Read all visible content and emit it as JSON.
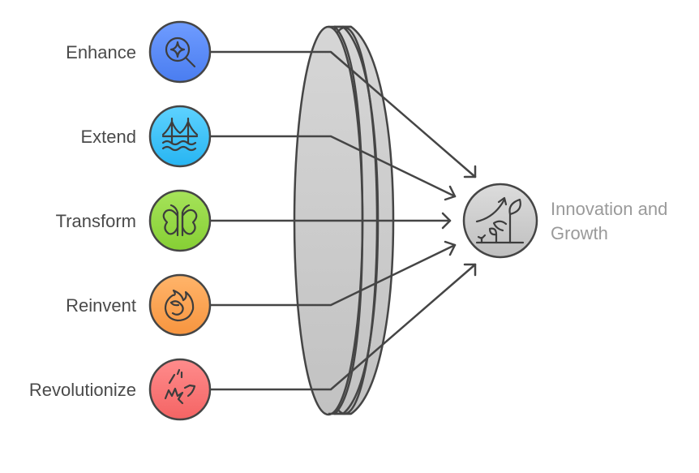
{
  "diagram": {
    "type": "convergence-lens",
    "inputs": [
      {
        "label": "Enhance",
        "icon": "magnifier-sparkle-icon",
        "color_top": "#6f9cff",
        "color_bottom": "#4a7df0"
      },
      {
        "label": "Extend",
        "icon": "bridge-icon",
        "color_top": "#5ed2ff",
        "color_bottom": "#27b5f2"
      },
      {
        "label": "Transform",
        "icon": "butterfly-icon",
        "color_top": "#a6e35a",
        "color_bottom": "#86cf34"
      },
      {
        "label": "Reinvent",
        "icon": "firefox-icon",
        "color_top": "#ffb46a",
        "color_bottom": "#f7953f"
      },
      {
        "label": "Revolutionize",
        "icon": "explosion-icon",
        "color_top": "#ff8c8c",
        "color_bottom": "#f46464"
      }
    ],
    "lens": {
      "fill": "#cfcfcf",
      "stroke": "#454545"
    },
    "target": {
      "label_line1": "Innovation and",
      "label_line2": "Growth",
      "icon": "growth-plant-icon",
      "fill_top": "#dcdcdc",
      "fill_bottom": "#bfbfbf"
    }
  }
}
